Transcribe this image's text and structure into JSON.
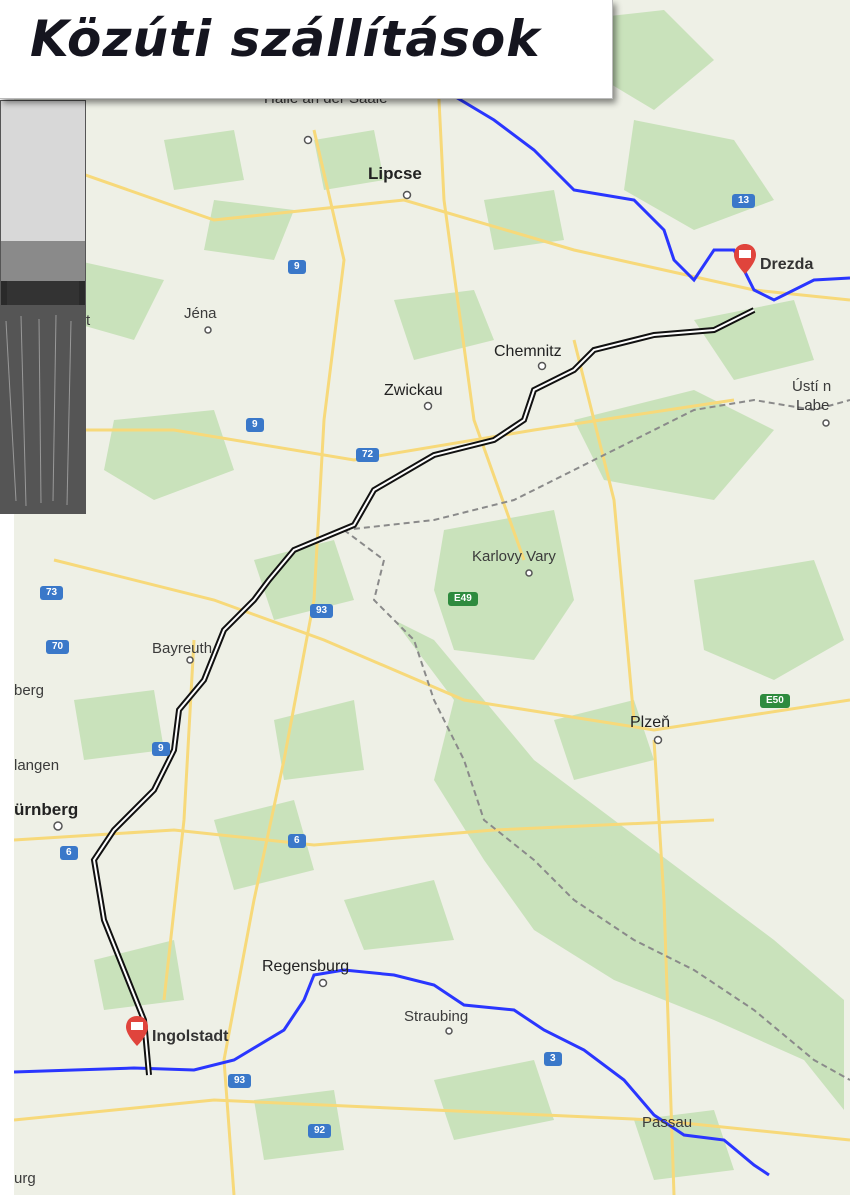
{
  "title": "Közúti szállítások",
  "colors": {
    "map_background": "#eef0e6",
    "forest": "#c9e2bb",
    "river": "#2a36ff",
    "route": "#1a1a1a",
    "road_yellow": "#f7d97a",
    "border": "#8a8a8a",
    "shield_blue": "#3a78c9",
    "shield_green": "#2e8b3e",
    "pin_red": "#e0443c"
  },
  "cities": {
    "halle": "Halle an der Saale",
    "lipcse": "Lipcse",
    "jena": "Jéna",
    "chemnitz": "Chemnitz",
    "zwickau": "Zwickau",
    "karlovy_vary": "Karlovy Vary",
    "bayreuth": "Bayreuth",
    "plzen": "Plzeň",
    "erlangen": "langen",
    "nurnberg": "ürnberg",
    "nurnberg_left": "berg",
    "regensburg": "Regensburg",
    "straubing": "Straubing",
    "passau": "Passau",
    "usti": "Ústí n",
    "labe": "Labe",
    "burg": "urg",
    "st": "t"
  },
  "markers": {
    "drezda": "Drezda",
    "ingolstadt": "Ingolstadt"
  },
  "road_shields": {
    "s13": "13",
    "s9a": "9",
    "s9b": "9",
    "s72": "72",
    "s73": "73",
    "s70": "70",
    "s93a": "93",
    "s9c": "9",
    "s6a": "6",
    "s6b": "6",
    "s93b": "93",
    "s92": "92",
    "s3": "3",
    "e49": "E49",
    "e50": "E50"
  }
}
